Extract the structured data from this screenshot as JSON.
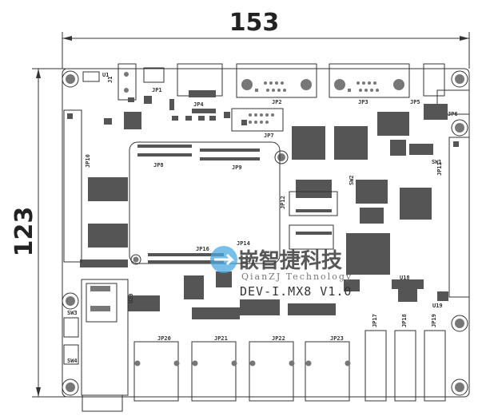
{
  "dimensions": {
    "width": "153",
    "height": "123"
  },
  "board": {
    "title": "DEV-I.MX8 V1.0",
    "watermark_cn": "嵌智捷科技",
    "watermark_en": "QianZJ Technology"
  },
  "labels": {
    "u1": "U1",
    "j1": "J1",
    "jp1": "JP1",
    "jp2": "JP2",
    "jp3": "JP3",
    "jp4": "JP4",
    "jp5": "JP5",
    "jp6": "JP6",
    "jp7": "JP7",
    "jp8": "JP8",
    "jp9": "JP9",
    "jp10": "JP10",
    "jp11": "JP11",
    "jp12": "JP12",
    "jp14": "JP14",
    "jp16": "JP16",
    "jp17": "JP17",
    "jp18": "JP18",
    "jp19": "JP19",
    "jp20": "JP20",
    "jp21": "JP21",
    "jp22": "JP22",
    "jp23": "JP23",
    "sw1": "SW1",
    "sw2": "SW2",
    "sw3": "SW3",
    "sw4": "SW4",
    "u18": "U18",
    "u19": "U19",
    "u20": "U20"
  }
}
